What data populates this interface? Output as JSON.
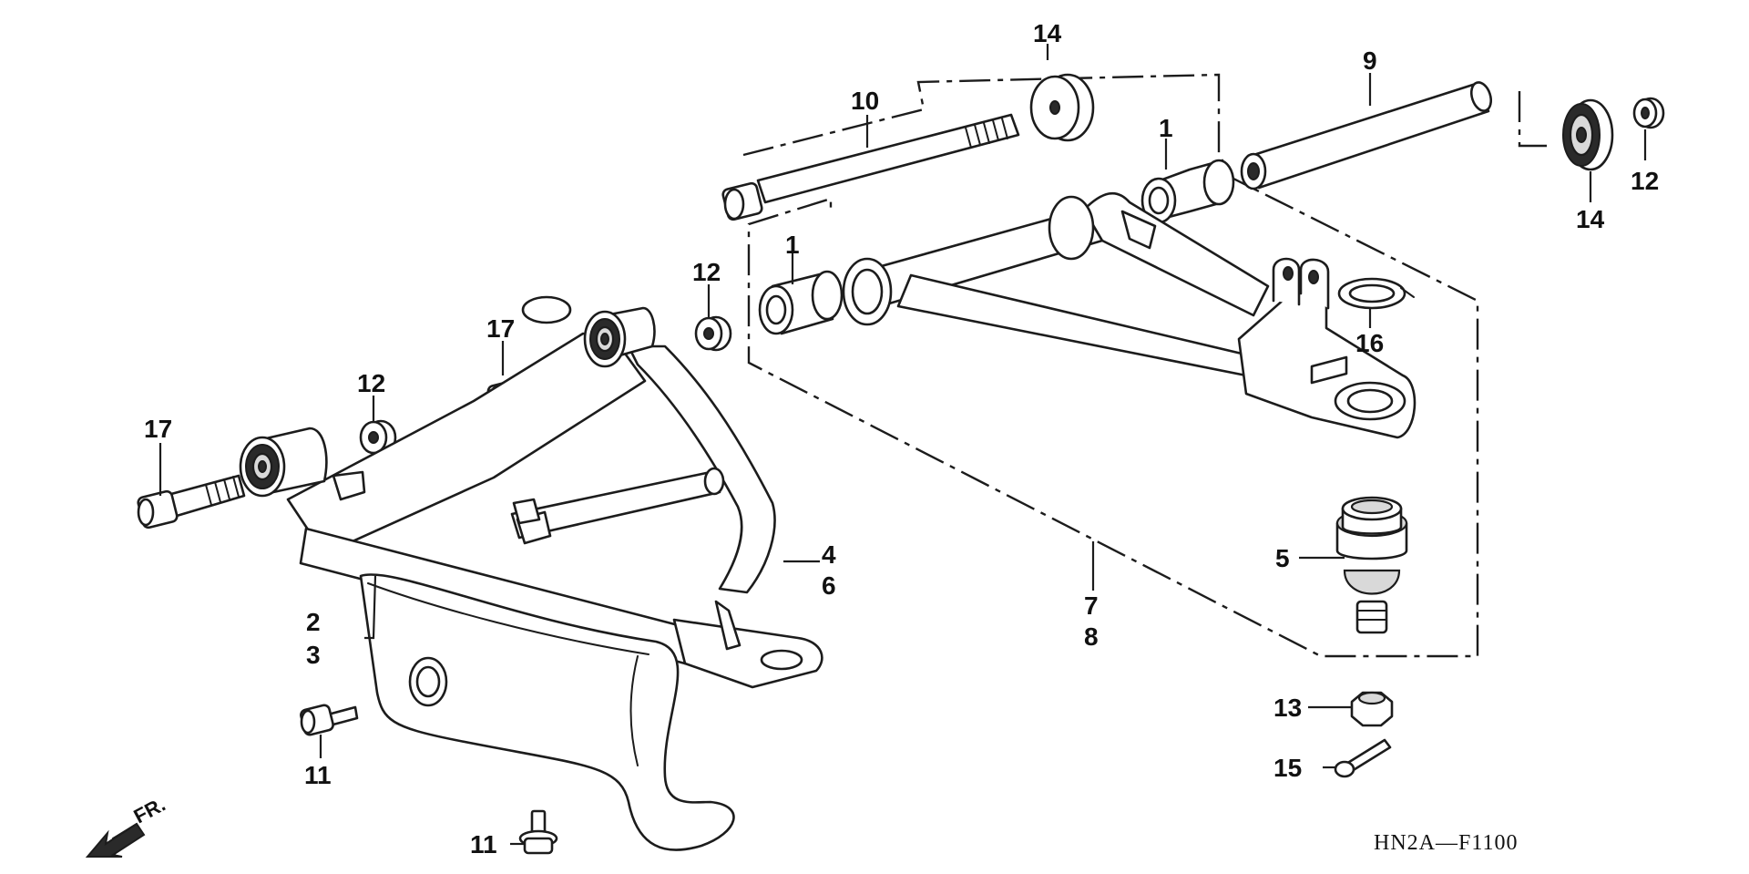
{
  "diagram_code": "HN2A—F1100",
  "direction_label": "FR.",
  "callouts": {
    "c1a": "1",
    "c1b": "1",
    "c2": "2",
    "c3": "3",
    "c4": "4",
    "c5": "5",
    "c6": "6",
    "c7": "7",
    "c8": "8",
    "c9": "9",
    "c10": "10",
    "c11a": "11",
    "c11b": "11",
    "c12a": "12",
    "c12b": "12",
    "c12c": "12",
    "c13": "13",
    "c14a": "14",
    "c14b": "14",
    "c15": "15",
    "c16": "16",
    "c17a": "17",
    "c17b": "17"
  }
}
